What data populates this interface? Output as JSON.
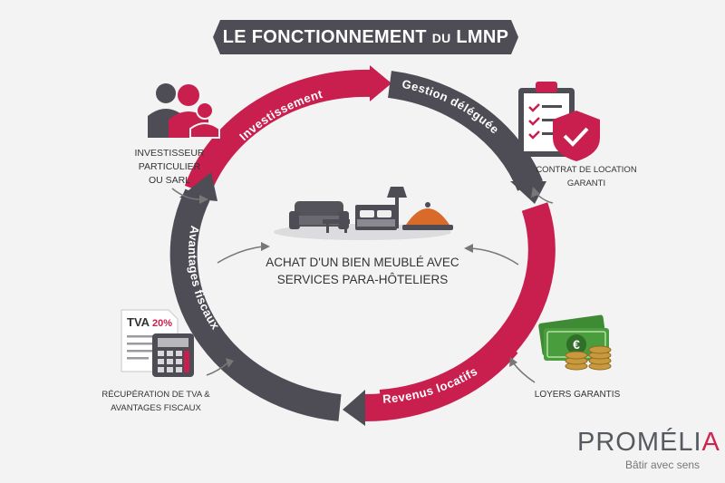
{
  "title": {
    "main": "LE FONCTIONNEMENT",
    "du": "DU",
    "acronym": "LMNP"
  },
  "cycle": {
    "investissement": "Investissement",
    "gestion": "Gestion déléguée",
    "revenus": "Revenus locatifs",
    "avantages": "Avantages fiscaux"
  },
  "center": {
    "line1": "Achat d'un bien meublé avec",
    "line2": "services para-hôteliers"
  },
  "labels": {
    "investor": [
      "Investisseur",
      "particulier",
      "ou SARL"
    ],
    "contract": [
      "Contrat de location",
      "garanti"
    ],
    "tva": [
      "Récupération de TVA &",
      "avantages fiscaux"
    ],
    "loyers": "Loyers garantis"
  },
  "tva_doc": {
    "label": "TVA",
    "rate": "20%"
  },
  "brand": {
    "name_start": "PROMÉLI",
    "name_end": "A",
    "tagline": "Bâtir avec sens"
  },
  "colors": {
    "pink": "#c81f4e",
    "gray": "#4e4c54",
    "money": "#4a9d3c",
    "gold": "#c99a3d"
  }
}
